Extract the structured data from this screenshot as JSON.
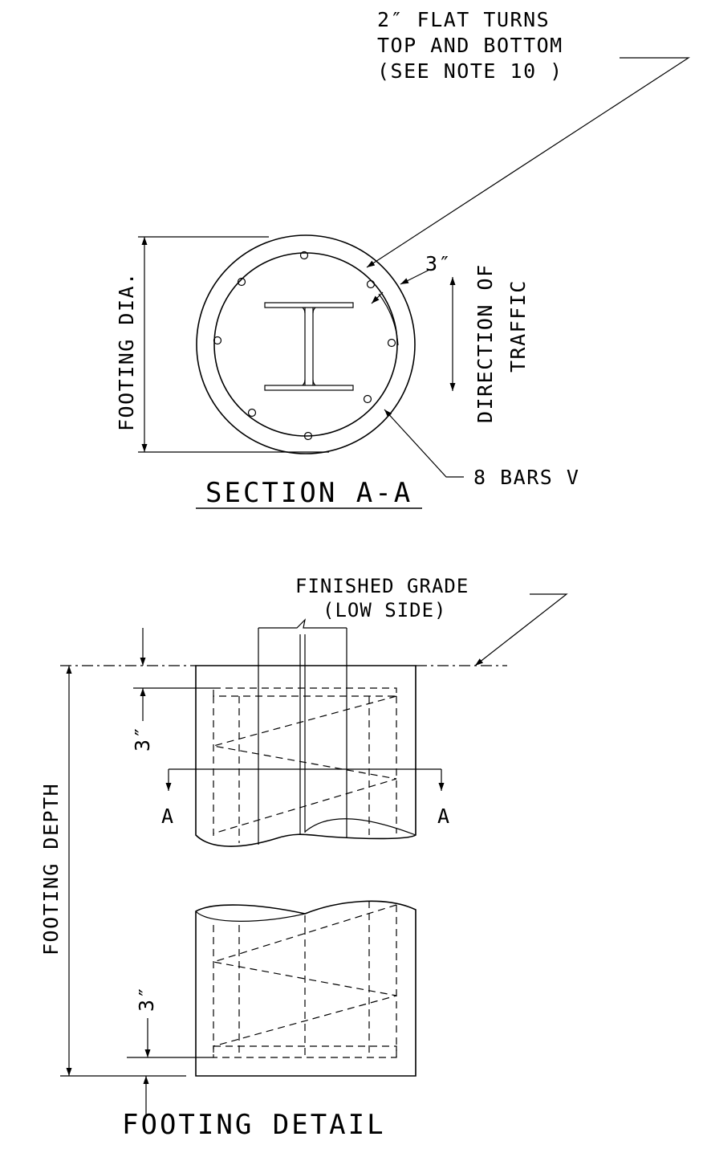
{
  "labels": {
    "flat_turns_line1": "2″ FLAT TURNS",
    "flat_turns_line2": "TOP AND BOTTOM",
    "flat_turns_line3": "(SEE NOTE 10 )",
    "cover_top": "3″",
    "footing_dia": "FOOTING DIA.",
    "direction_line1": "DIRECTION OF",
    "direction_line2": "TRAFFIC",
    "bars": "8 BARS V",
    "section_title": "SECTION A-A",
    "finished_grade_line1": "FINISHED GRADE",
    "finished_grade_line2": "(LOW SIDE)",
    "cover_detail_top": "3″",
    "footing_depth": "FOOTING DEPTH",
    "cut_left": "A",
    "cut_right": "A",
    "cover_detail_bottom": "3″",
    "detail_title": "FOOTING DETAIL"
  },
  "colors": {
    "ink": "#000000",
    "paper": "#ffffff"
  }
}
